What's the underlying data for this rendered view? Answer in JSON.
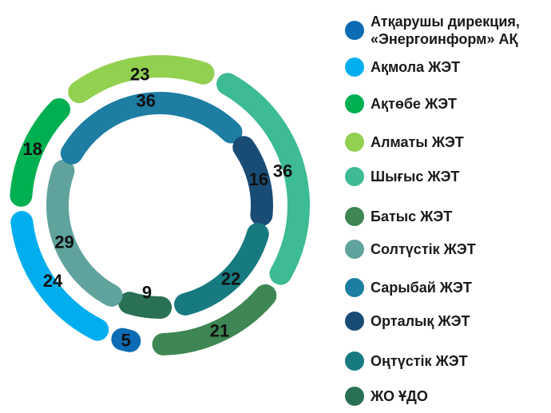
{
  "chart_data": {
    "type": "pie",
    "title": "",
    "legend_position": "right",
    "rings": [
      {
        "ring": "outer",
        "slices": [
          {
            "label": "Атқарушы дирекция, «Энергоинформ» АҚ",
            "value": 5,
            "color": "#0B6CB5"
          },
          {
            "label": "Ақмола ЖЭТ",
            "value": 24,
            "color": "#00AEEF"
          },
          {
            "label": "Ақтөбе ЖЭТ",
            "value": 18,
            "color": "#00B050"
          },
          {
            "label": "Алматы ЖЭТ",
            "value": 23,
            "color": "#92D050"
          },
          {
            "label": "Шығыс ЖЭТ",
            "value": 36,
            "color": "#3DBB94"
          },
          {
            "label": "Батыс ЖЭТ",
            "value": 21,
            "color": "#3E8653"
          }
        ]
      },
      {
        "ring": "inner",
        "slices": [
          {
            "label": "ЖО ҰДО",
            "value": 9,
            "color": "#2A7054"
          },
          {
            "label": "Солтүстік ЖЭТ",
            "value": 29,
            "color": "#5FA39C"
          },
          {
            "label": "Сарыбай ЖЭТ",
            "value": 36,
            "color": "#1E7DA3"
          },
          {
            "label": "Орталық ЖЭТ",
            "value": 16,
            "color": "#194C75"
          },
          {
            "label": "Оңтүстік ЖЭТ",
            "value": 22,
            "color": "#177A80"
          }
        ]
      }
    ]
  },
  "legend": [
    {
      "label": "Атқарушы дирекция,\n«Энергоинформ» АҚ",
      "color": "#0B6CB5"
    },
    {
      "label": "Ақмола ЖЭТ",
      "color": "#00AEEF"
    },
    {
      "label": "Ақтөбе ЖЭТ",
      "color": "#00B050"
    },
    {
      "label": "Алматы ЖЭТ",
      "color": "#92D050"
    },
    {
      "label": "Шығыс ЖЭТ",
      "color": "#3DBB94"
    },
    {
      "label": "Батыс ЖЭТ",
      "color": "#3E8653"
    },
    {
      "label": "Солтүстік ЖЭТ",
      "color": "#5FA39C"
    },
    {
      "label": "Сарыбай ЖЭТ",
      "color": "#1E7DA3"
    },
    {
      "label": "Орталық  ЖЭТ",
      "color": "#194C75"
    },
    {
      "label": "Оңтүстік ЖЭТ",
      "color": "#177A80"
    },
    {
      "label": "ЖО ҰДО",
      "color": "#2A7054"
    }
  ]
}
